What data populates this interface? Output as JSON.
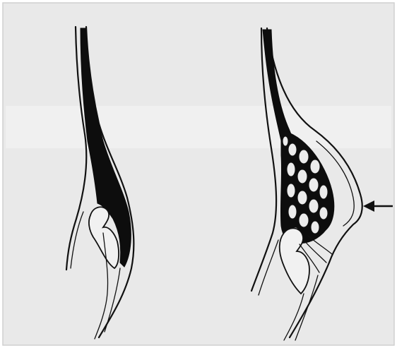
{
  "figure": {
    "background": "#e9e9e9",
    "ink_color": "#111111",
    "left_panel": "normal",
    "right_panel": "thickened",
    "arrow": "arrow-pointing-left"
  }
}
